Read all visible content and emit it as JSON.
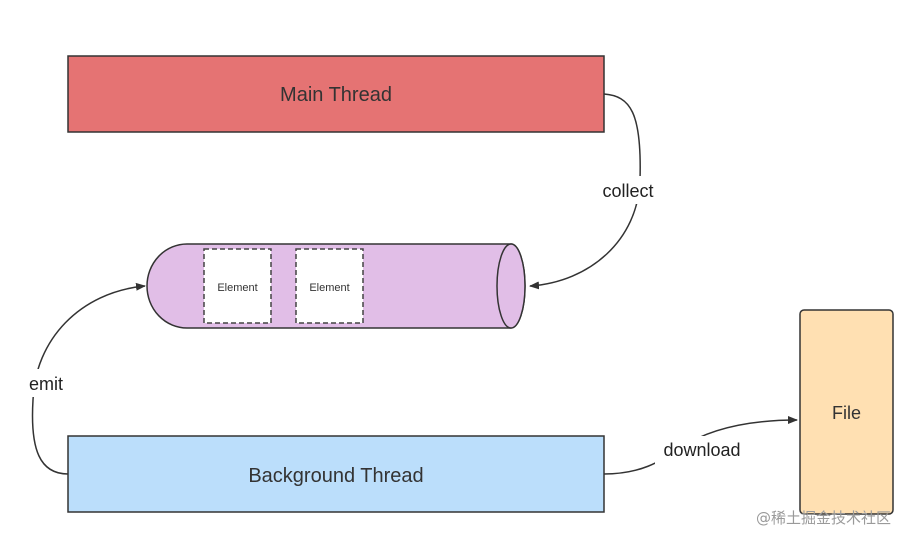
{
  "nodes": {
    "main_thread": {
      "label": "Main Thread",
      "fill": "#e57373"
    },
    "queue": {
      "fill": "#e1bee7",
      "elements": [
        "Element",
        "Element"
      ]
    },
    "background_thread": {
      "label": "Background Thread",
      "fill": "#bbdefb"
    },
    "file": {
      "label": "File",
      "fill": "#ffe0b2"
    }
  },
  "edges": {
    "collect": "collect",
    "emit": "emit",
    "download": "download"
  },
  "watermark": "@稀土掘金技术社区",
  "colors": {
    "stroke": "#333333",
    "element_border": "#444444"
  }
}
